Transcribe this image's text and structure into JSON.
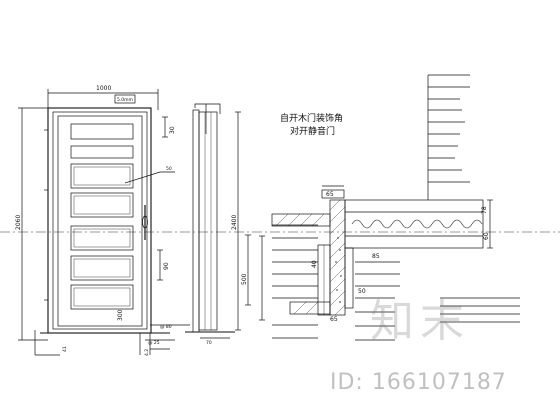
{
  "door": {
    "width_dim": "1000",
    "height_dim": "2060",
    "inner_height_dim": "2400",
    "top_tag": "5.0mm",
    "side_dim_30": "30",
    "lower_dim_500": "500",
    "bottom_dim_300": "300",
    "hinge_dim_90": "90",
    "bottom_notes": [
      "@ 80",
      "@ 25",
      "70"
    ],
    "small_label": "50",
    "left_dims": [
      "41",
      "4.2"
    ]
  },
  "section_note": [
    "自开木门装饰角",
    "对开静音门"
  ],
  "section": {
    "dim_65_top": "65",
    "dim_65_bottom": "65",
    "dim_78": "78",
    "dim_60": "60",
    "dim_50": "50",
    "dim_85": "85",
    "dim_40": "40"
  },
  "watermark": {
    "logo": "知末",
    "id": "ID: 166107187"
  }
}
